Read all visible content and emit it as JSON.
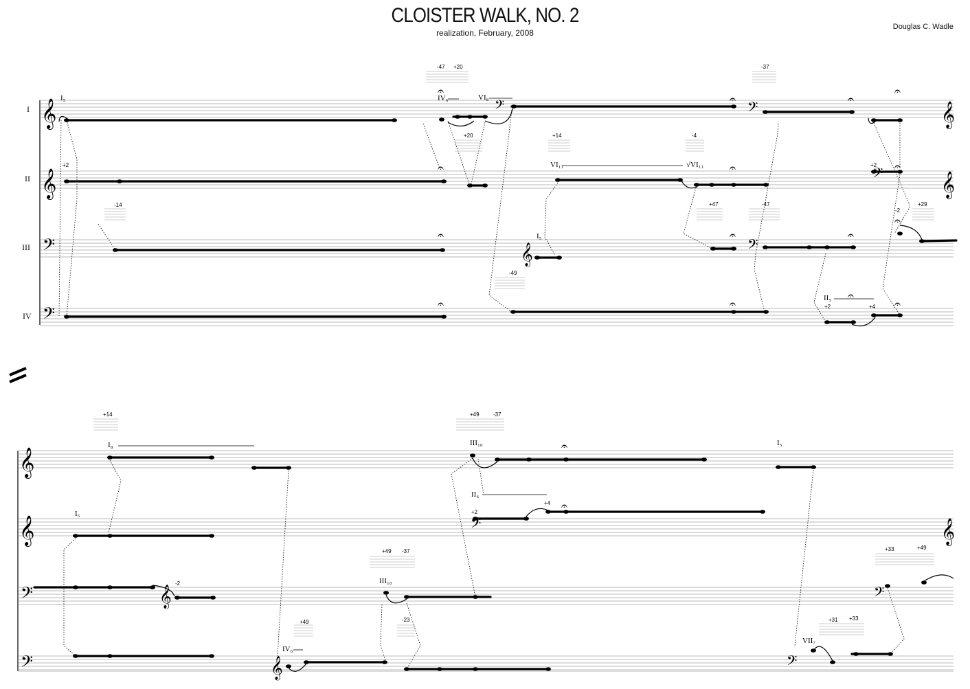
{
  "header": {
    "title": "CLOISTER WALK, NO. 2",
    "subtitle": "realization, February, 2008",
    "composer": "Douglas C. Wadle"
  },
  "system1": {
    "staff_labels": [
      "I",
      "II",
      "III",
      "IV"
    ],
    "string_marks": [
      {
        "text": "I₅"
      },
      {
        "text": "IV₆"
      },
      {
        "text": "VI₈"
      },
      {
        "text": "VI₁₁"
      },
      {
        "text": "√VI₁₁"
      },
      {
        "text": "I₅"
      },
      {
        "text": "II₅"
      }
    ],
    "cent_marks": [
      "-47",
      "+20",
      "-37",
      "+20",
      "+14",
      "-4",
      "+2",
      "-14",
      "+47",
      "-47",
      "+2",
      "-2",
      "+29",
      "-49",
      "+2",
      "+4"
    ]
  },
  "system2": {
    "string_marks": [
      {
        "text": "I₈"
      },
      {
        "text": "I₅"
      },
      {
        "text": "III₁₀"
      },
      {
        "text": "II₆"
      },
      {
        "text": "I₅"
      },
      {
        "text": "III₁₀"
      },
      {
        "text": "IV₆"
      },
      {
        "text": "VII₇"
      }
    ],
    "cent_marks": [
      "+14",
      "+49",
      "-37",
      "+2",
      "+4",
      "-2",
      "+49",
      "-37",
      "+49",
      "-23",
      "+33",
      "+49",
      "+31",
      "+33"
    ]
  },
  "symbols": {
    "section_break": "slash-break-icon",
    "treble_clef": "𝄞",
    "bass_clef": "𝄢",
    "fermata": "𝄐"
  }
}
